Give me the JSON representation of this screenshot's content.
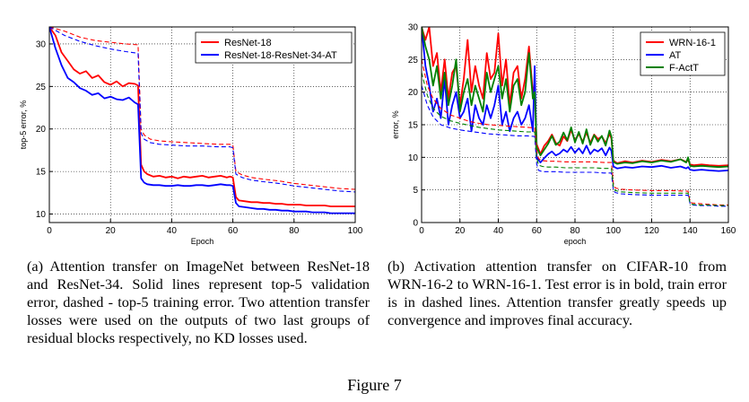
{
  "chart_data": [
    {
      "type": "line",
      "title": "",
      "xlabel": "Epoch",
      "ylabel": "top-5 error, %",
      "xlim": [
        0,
        100
      ],
      "ylim": [
        9,
        32
      ],
      "xticks": [
        0,
        20,
        40,
        60,
        80,
        100
      ],
      "yticks": [
        10,
        15,
        20,
        25,
        30
      ],
      "grid": true,
      "legend_position": "top-right",
      "legend": [
        "ResNet-18",
        "ResNet-18-ResNet-34-AT"
      ],
      "series": [
        {
          "name": "ResNet-18",
          "color": "#ff0000",
          "style": "solid",
          "x": [
            0,
            2,
            4,
            6,
            8,
            10,
            12,
            14,
            16,
            18,
            20,
            22,
            24,
            26,
            28,
            29,
            30,
            31,
            32,
            34,
            36,
            38,
            40,
            42,
            44,
            46,
            48,
            50,
            52,
            54,
            56,
            58,
            59,
            60,
            61,
            62,
            64,
            66,
            68,
            70,
            72,
            74,
            76,
            78,
            80,
            82,
            84,
            86,
            88,
            90,
            92,
            94,
            96,
            98,
            100
          ],
          "y": [
            32,
            31,
            29,
            28,
            27,
            26.5,
            26.8,
            26,
            26.3,
            25.5,
            25.2,
            25.6,
            25,
            25.4,
            25.3,
            25.1,
            15.8,
            15,
            14.7,
            14.4,
            14.5,
            14.3,
            14.4,
            14.2,
            14.4,
            14.3,
            14.4,
            14.5,
            14.3,
            14.4,
            14.5,
            14.3,
            14.4,
            14.3,
            12,
            11.6,
            11.5,
            11.4,
            11.4,
            11.3,
            11.3,
            11.2,
            11.2,
            11.1,
            11.1,
            11.1,
            11,
            11,
            11,
            11,
            10.9,
            10.9,
            10.9,
            10.9,
            10.9
          ]
        },
        {
          "name": "ResNet-18-ResNet-34-AT",
          "color": "#0000ff",
          "style": "solid",
          "x": [
            0,
            2,
            4,
            6,
            8,
            10,
            12,
            14,
            16,
            18,
            20,
            22,
            24,
            26,
            28,
            29,
            30,
            31,
            32,
            34,
            36,
            38,
            40,
            42,
            44,
            46,
            48,
            50,
            52,
            54,
            56,
            58,
            59,
            60,
            61,
            62,
            64,
            66,
            68,
            70,
            72,
            74,
            76,
            78,
            80,
            82,
            84,
            86,
            88,
            90,
            92,
            94,
            96,
            98,
            100
          ],
          "y": [
            32,
            29.5,
            27.5,
            26,
            25.5,
            24.8,
            24.5,
            24,
            24.2,
            23.6,
            23.8,
            23.5,
            23.4,
            23.7,
            23.1,
            22.9,
            14.2,
            13.7,
            13.5,
            13.4,
            13.4,
            13.3,
            13.3,
            13.4,
            13.3,
            13.3,
            13.4,
            13.4,
            13.3,
            13.4,
            13.5,
            13.4,
            13.4,
            13.3,
            11.3,
            10.9,
            10.8,
            10.7,
            10.6,
            10.6,
            10.5,
            10.5,
            10.4,
            10.4,
            10.3,
            10.3,
            10.3,
            10.2,
            10.2,
            10.2,
            10.1,
            10.1,
            10.1,
            10.1,
            10.1
          ]
        },
        {
          "name": "",
          "color": "#ff0000",
          "style": "dashed",
          "x": [
            0,
            5,
            10,
            15,
            20,
            25,
            29,
            30,
            31,
            33,
            36,
            40,
            45,
            50,
            55,
            59,
            60,
            61,
            63,
            66,
            70,
            75,
            80,
            85,
            90,
            95,
            100
          ],
          "y": [
            32,
            31.5,
            30.8,
            30.4,
            30.2,
            30,
            29.9,
            20,
            19.3,
            18.8,
            18.6,
            18.5,
            18.4,
            18.3,
            18.2,
            18.2,
            18.1,
            15,
            14.6,
            14.3,
            14.1,
            13.9,
            13.6,
            13.4,
            13.2,
            13,
            12.9
          ]
        },
        {
          "name": "",
          "color": "#0000ff",
          "style": "dashed",
          "x": [
            0,
            5,
            10,
            15,
            20,
            25,
            29,
            30,
            31,
            33,
            36,
            40,
            45,
            50,
            55,
            59,
            60,
            61,
            63,
            66,
            70,
            75,
            80,
            85,
            90,
            95,
            100
          ],
          "y": [
            32,
            31,
            30.3,
            29.8,
            29.4,
            29.1,
            28.9,
            19.5,
            18.8,
            18.4,
            18.2,
            18.1,
            18,
            18,
            17.9,
            17.9,
            17.8,
            14.7,
            14.3,
            14,
            13.8,
            13.6,
            13.3,
            13.1,
            12.9,
            12.7,
            12.6
          ]
        }
      ]
    },
    {
      "type": "line",
      "title": "",
      "xlabel": "epoch",
      "ylabel": "error, %",
      "xlim": [
        0,
        160
      ],
      "ylim": [
        0,
        30
      ],
      "xticks": [
        0,
        20,
        40,
        60,
        80,
        100,
        120,
        140,
        160
      ],
      "yticks": [
        0,
        5,
        10,
        15,
        20,
        25,
        30
      ],
      "grid": true,
      "legend_position": "top-right",
      "legend": [
        "WRN-16-1",
        "AT",
        "F-ActT"
      ],
      "series": [
        {
          "name": "WRN-16-1",
          "color": "#ff0000",
          "style": "solid",
          "x": [
            0,
            2,
            4,
            6,
            8,
            10,
            12,
            14,
            16,
            18,
            20,
            22,
            24,
            26,
            28,
            30,
            32,
            34,
            36,
            38,
            40,
            42,
            44,
            46,
            48,
            50,
            52,
            54,
            56,
            58,
            59,
            60,
            62,
            64,
            66,
            68,
            70,
            72,
            74,
            76,
            78,
            80,
            82,
            84,
            86,
            88,
            90,
            92,
            94,
            96,
            98,
            99,
            100,
            102,
            106,
            110,
            115,
            120,
            125,
            130,
            135,
            138,
            139,
            140,
            142,
            146,
            150,
            155,
            160
          ],
          "y": [
            30,
            28,
            30,
            24,
            26,
            20,
            25,
            19,
            23,
            24,
            18,
            22,
            28,
            20,
            24,
            21,
            19,
            26,
            22,
            23,
            29,
            21,
            25,
            18,
            23,
            24,
            19,
            22,
            27,
            20,
            21,
            12,
            10.5,
            11.8,
            12.5,
            13.5,
            12.2,
            11.8,
            13.2,
            12.5,
            14.2,
            12.6,
            13.6,
            12.4,
            13.8,
            12.2,
            13.5,
            12.8,
            13.2,
            12.2,
            13.6,
            12.9,
            9.5,
            9.1,
            9.4,
            9.2,
            9.5,
            9.3,
            9.6,
            9.4,
            9.7,
            9.3,
            9.6,
            8.9,
            8.8,
            8.9,
            8.8,
            8.7,
            8.8
          ]
        },
        {
          "name": "AT",
          "color": "#0000ff",
          "style": "solid",
          "x": [
            0,
            2,
            4,
            6,
            8,
            10,
            12,
            14,
            16,
            18,
            20,
            22,
            24,
            26,
            28,
            30,
            32,
            34,
            36,
            38,
            40,
            42,
            44,
            46,
            48,
            50,
            52,
            54,
            56,
            58,
            59,
            60,
            62,
            64,
            66,
            68,
            70,
            72,
            74,
            76,
            78,
            80,
            82,
            84,
            86,
            88,
            90,
            92,
            94,
            96,
            98,
            99,
            100,
            102,
            106,
            110,
            115,
            120,
            125,
            130,
            135,
            138,
            139,
            140,
            142,
            146,
            150,
            155,
            160
          ],
          "y": [
            30,
            24,
            21,
            17,
            19,
            16,
            22,
            15,
            18,
            20,
            16,
            17,
            19,
            14,
            18,
            16,
            15,
            18,
            16,
            18,
            21,
            15,
            17,
            14,
            16,
            17,
            15,
            16,
            18,
            14,
            24,
            10,
            9.2,
            9.9,
            10.5,
            10.9,
            10.3,
            10.6,
            11.2,
            10.8,
            11.6,
            10.7,
            11.4,
            10.6,
            11.8,
            10.5,
            11.2,
            10.9,
            11.4,
            10.3,
            11.5,
            11,
            8.6,
            8.3,
            8.5,
            8.4,
            8.6,
            8.5,
            8.7,
            8.4,
            8.6,
            8.3,
            8.5,
            8.1,
            8,
            8.1,
            8,
            7.9,
            8
          ]
        },
        {
          "name": "F-ActT",
          "color": "#008000",
          "style": "solid",
          "x": [
            0,
            2,
            4,
            6,
            8,
            10,
            12,
            14,
            16,
            18,
            20,
            22,
            24,
            26,
            28,
            30,
            32,
            34,
            36,
            38,
            40,
            42,
            44,
            46,
            48,
            50,
            52,
            54,
            56,
            58,
            59,
            60,
            62,
            64,
            66,
            68,
            70,
            72,
            74,
            76,
            78,
            80,
            82,
            84,
            86,
            88,
            90,
            92,
            94,
            96,
            98,
            99,
            100,
            102,
            106,
            110,
            115,
            120,
            125,
            130,
            135,
            138,
            139,
            140,
            142,
            146,
            150,
            155,
            160
          ],
          "y": [
            30,
            27,
            25,
            21,
            24,
            19,
            23,
            18,
            21,
            25,
            17,
            20,
            22,
            18,
            21,
            19,
            17,
            23,
            20,
            22,
            24,
            19,
            22,
            17,
            21,
            22,
            18,
            20,
            26,
            19,
            20,
            11.5,
            10.3,
            11.2,
            12.1,
            13.3,
            11.9,
            12.4,
            13.8,
            12.6,
            14.6,
            12.3,
            13.9,
            12.1,
            14.3,
            11.9,
            13.4,
            12.4,
            13.3,
            11.8,
            14.1,
            13.2,
            9.3,
            9,
            9.2,
            9.1,
            9.4,
            9.2,
            9.5,
            9.3,
            9.7,
            9.2,
            10,
            8.7,
            8.6,
            8.7,
            8.6,
            8.5,
            8.6
          ]
        },
        {
          "name": "",
          "color": "#ff0000",
          "style": "dashed",
          "x": [
            0,
            3,
            6,
            10,
            15,
            20,
            25,
            30,
            35,
            40,
            45,
            50,
            55,
            59,
            60,
            61,
            63,
            66,
            70,
            75,
            80,
            85,
            90,
            95,
            99,
            100,
            101,
            104,
            110,
            120,
            130,
            139,
            140,
            141,
            145,
            150,
            155,
            160
          ],
          "y": [
            25,
            21,
            19,
            17.5,
            16.5,
            16,
            15.5,
            15.2,
            15,
            14.9,
            14.8,
            14.7,
            14.6,
            14.5,
            11,
            9.8,
            9.5,
            9.4,
            9.4,
            9.3,
            9.3,
            9.3,
            9.3,
            9.2,
            9.2,
            6,
            5.3,
            5.1,
            5,
            4.9,
            4.9,
            4.8,
            3.2,
            3,
            2.9,
            2.8,
            2.7,
            2.7
          ]
        },
        {
          "name": "",
          "color": "#0000ff",
          "style": "dashed",
          "x": [
            0,
            3,
            6,
            10,
            15,
            20,
            25,
            30,
            35,
            40,
            45,
            50,
            55,
            59,
            60,
            61,
            63,
            66,
            70,
            75,
            80,
            85,
            90,
            95,
            99,
            100,
            101,
            104,
            110,
            120,
            130,
            139,
            140,
            141,
            145,
            150,
            155,
            160
          ],
          "y": [
            21,
            18,
            16.2,
            15,
            14.5,
            14.2,
            14,
            13.8,
            13.6,
            13.5,
            13.4,
            13.3,
            13.3,
            13.2,
            9,
            8,
            7.8,
            7.8,
            7.8,
            7.7,
            7.7,
            7.7,
            7.7,
            7.6,
            7.6,
            5,
            4.6,
            4.4,
            4.3,
            4.2,
            4.2,
            4.2,
            2.9,
            2.7,
            2.6,
            2.6,
            2.5,
            2.5
          ]
        },
        {
          "name": "",
          "color": "#008000",
          "style": "dashed",
          "x": [
            0,
            3,
            6,
            10,
            15,
            20,
            25,
            30,
            35,
            40,
            45,
            50,
            55,
            59,
            60,
            61,
            63,
            66,
            70,
            75,
            80,
            85,
            90,
            95,
            99,
            100,
            101,
            104,
            110,
            120,
            130,
            139,
            140,
            141,
            145,
            150,
            155,
            160
          ],
          "y": [
            23,
            19.5,
            17.5,
            16.3,
            15.6,
            15.2,
            14.9,
            14.6,
            14.4,
            14.2,
            14.1,
            14,
            13.9,
            13.9,
            10,
            8.8,
            8.6,
            8.5,
            8.5,
            8.4,
            8.4,
            8.4,
            8.4,
            8.3,
            8.3,
            5.5,
            4.9,
            4.7,
            4.6,
            4.5,
            4.5,
            4.5,
            3,
            2.8,
            2.7,
            2.7,
            2.6,
            2.6
          ]
        }
      ]
    }
  ],
  "captions": {
    "a": "(a) Attention transfer on ImageNet between ResNet-18 and ResNet-34. Solid lines represent top-5 validation error, dashed - top-5 training error. Two attention transfer losses were used on the outputs of two last groups of residual blocks respectively, no KD losses used.",
    "b": "(b) Activation attention transfer on CIFAR-10 from WRN-16-2 to WRN-16-1. Test error is in bold, train error is in dashed lines. Attention transfer greatly speeds up convergence and improves final accuracy."
  },
  "figure_label": "Figure 7"
}
